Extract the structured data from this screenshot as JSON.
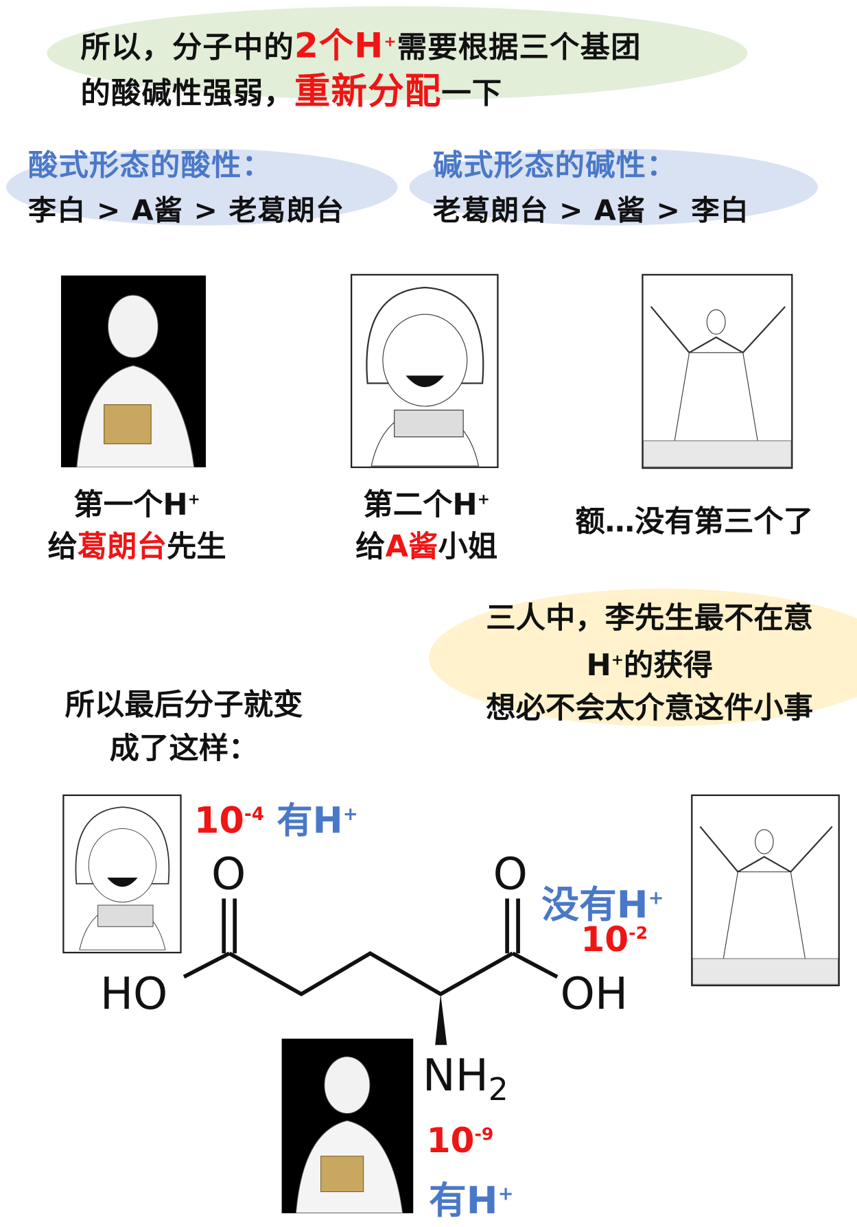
{
  "intro": {
    "line1_a": "所以，分子中的",
    "line1_red": "2个H",
    "line1_sup": "+",
    "line1_b": "需要根据三个基团",
    "line2_a": "的酸碱性强弱，",
    "line2_red": "重新分配",
    "line2_b": "一下"
  },
  "acid_box": {
    "title": "酸式形态的酸性：",
    "order": "李白 > A酱 > 老葛朗台"
  },
  "base_box": {
    "title": "碱式形态的碱性：",
    "order": "老葛朗台 > A酱 > 李白"
  },
  "characters": [
    {
      "caption1": "第一个H",
      "sup": "+",
      "caption2_a": "给",
      "caption2_red": "葛朗台",
      "caption2_b": "先生"
    },
    {
      "caption1": "第二个H",
      "sup": "+",
      "caption2_a": "给",
      "caption2_red": "A酱",
      "caption2_b": "小姐"
    },
    {
      "caption": "额…没有第三个了"
    }
  ],
  "note": {
    "line1": "三人中，李先生最不在意",
    "line2_h": "H",
    "line2_sup": "+",
    "line2_b": "的获得",
    "line3": "想必不会太介意这件小事"
  },
  "conclusion": {
    "line1": "所以最后分子就变",
    "line2": "成了这样："
  },
  "molecule": {
    "ho": "HO",
    "oh": "OH",
    "o_left": "O",
    "o_right": "O",
    "nh2": "NH",
    "nh2_sub": "2",
    "left_label": {
      "num": "10",
      "exp": "-4",
      "text": "有H",
      "sup": "+"
    },
    "right_label": {
      "text": "没有H",
      "sup": "+",
      "num": "10",
      "exp": "-2"
    },
    "amine_label": {
      "num": "10",
      "exp": "-9",
      "text": "有H",
      "sup": "+"
    }
  },
  "colors": {
    "red": "#f01414",
    "blue": "#4a78c8",
    "green_bg": "#e2eed8",
    "blue_bg": "#d9e2f3",
    "yellow_bg": "#fff2cc"
  }
}
